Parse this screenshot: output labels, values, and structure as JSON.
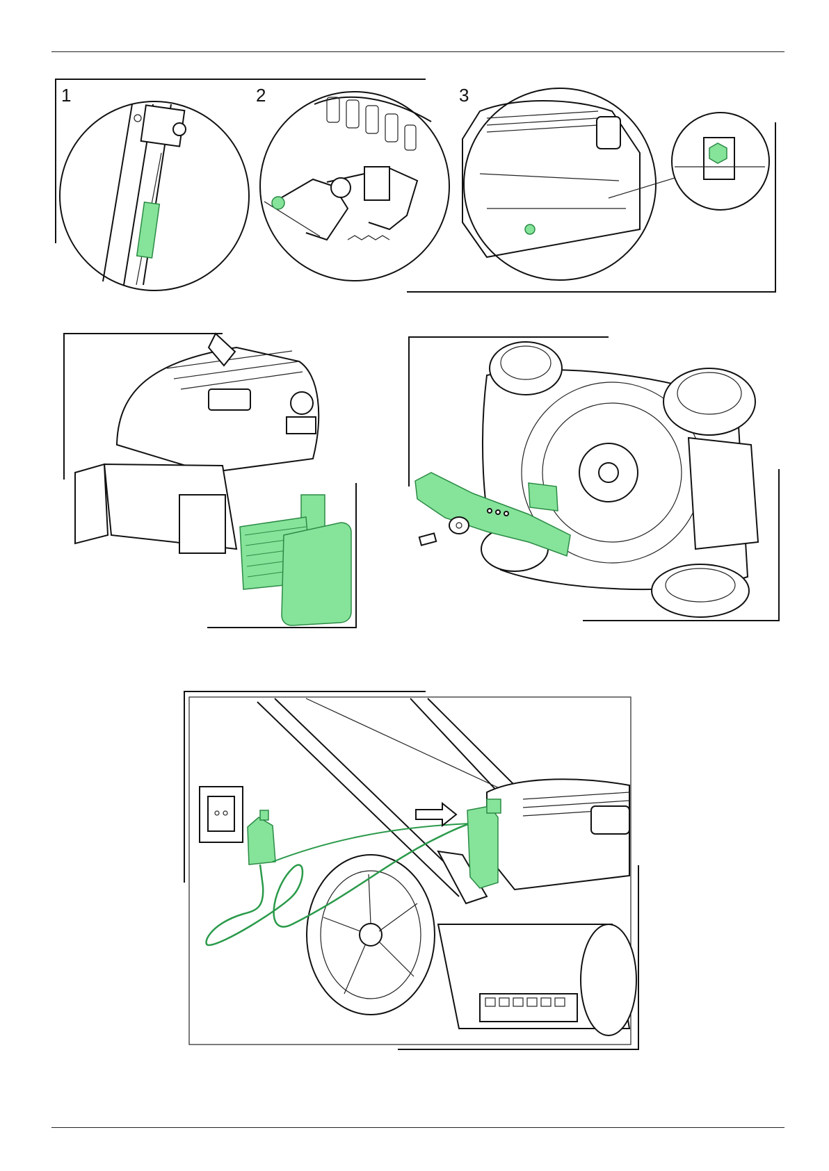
{
  "steps": {
    "step1": "1",
    "step2": "2",
    "step3": "3"
  },
  "colors": {
    "highlight": "#86e39a",
    "highlight_stroke": "#2a8a44",
    "line": "#111111"
  },
  "figures": {
    "top_row": [
      "cable-adjustment-handle",
      "cable-bracket-engine",
      "engine-cable-nut"
    ],
    "middle_left": "air-filter-replacement",
    "middle_right": "blade-replacement",
    "bottom": "battery-charging"
  }
}
